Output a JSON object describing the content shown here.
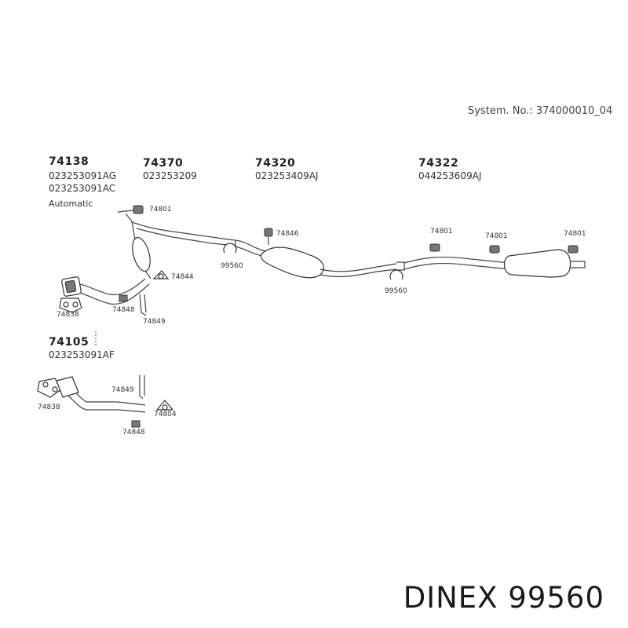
{
  "system": {
    "label": "System. No.: 374000010_04"
  },
  "brand": {
    "text": "DINEX 99560"
  },
  "parts": {
    "p74138": {
      "num": "74138",
      "oem1": "023253091AG",
      "oem2": "023253091AC",
      "note": "Automatic"
    },
    "p74370": {
      "num": "74370",
      "oem": "023253209"
    },
    "p74320": {
      "num": "74320",
      "oem": "023253409AJ"
    },
    "p74322": {
      "num": "74322",
      "oem": "044253609AJ"
    },
    "p74105": {
      "num": "74105",
      "oem": "023253091AF"
    }
  },
  "labels": {
    "l74801a": "74801",
    "l74801b": "74801",
    "l74801c": "74801",
    "l74801d": "74801",
    "l74846": "74846",
    "l99560a": "99560",
    "l99560b": "99560",
    "l74844": "74844",
    "l74838a": "74838",
    "l74848a": "74848",
    "l74849a": "74849",
    "l74849b": "74849",
    "l74804": "74804",
    "l74838b": "74838",
    "l74848b": "74848"
  }
}
